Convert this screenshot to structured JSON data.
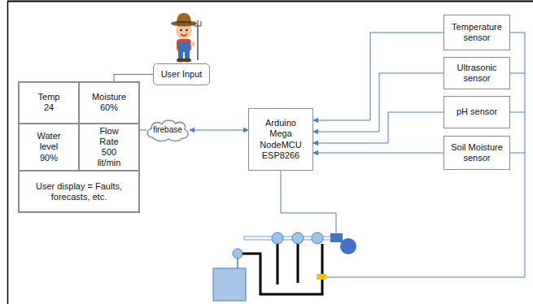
{
  "diagram": {
    "nodes": [
      {
        "text": [
          "User Input"
        ]
      },
      {
        "text": [
          "Temp 24",
          "Moisture 60%",
          "Water level 90%",
          "Flow Rate 500 lit/min",
          "User display = Faults, forecasts, etc."
        ]
      },
      {
        "text": [
          "firebase"
        ]
      },
      {
        "text": [
          "Arduino Mega NodeMCU ESP8266"
        ]
      },
      {
        "text": [
          "Temperature sensor"
        ]
      },
      {
        "text": [
          "Ultrasonic sensor"
        ]
      },
      {
        "text": [
          "pH sensor"
        ]
      },
      {
        "text": [
          "Soil Moisture sensor"
        ]
      }
    ],
    "edges": [
      {
        "from": 0,
        "to": 1,
        "arrow": "none"
      },
      {
        "from": 1,
        "to": 2,
        "arrow": "none"
      },
      {
        "from": 2,
        "to": 3,
        "arrow": "both"
      },
      {
        "from": 4,
        "to": 3,
        "arrow": "to"
      },
      {
        "from": 5,
        "to": 3,
        "arrow": "to"
      },
      {
        "from": 6,
        "to": 3,
        "arrow": "to"
      },
      {
        "from": 7,
        "to": 3,
        "arrow": "to"
      }
    ]
  }
}
